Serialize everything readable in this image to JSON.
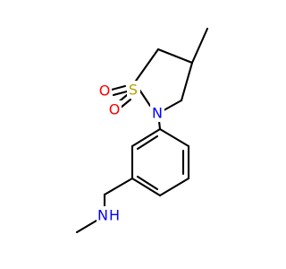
{
  "molecule": {
    "atoms": {
      "sulfur": {
        "symbol": "S",
        "color": "#b5a300"
      },
      "oxygen_1": {
        "symbol": "O",
        "color": "#ff0000"
      },
      "oxygen_2": {
        "symbol": "O",
        "color": "#ff0000"
      },
      "ring_nitrogen": {
        "symbol": "N",
        "color": "#0000ff"
      },
      "amine_nitrogen": {
        "symbol": "N",
        "color": "#0000ff"
      },
      "amine_hydrogen": {
        "symbol": "H",
        "color": "#0000ff"
      }
    }
  }
}
